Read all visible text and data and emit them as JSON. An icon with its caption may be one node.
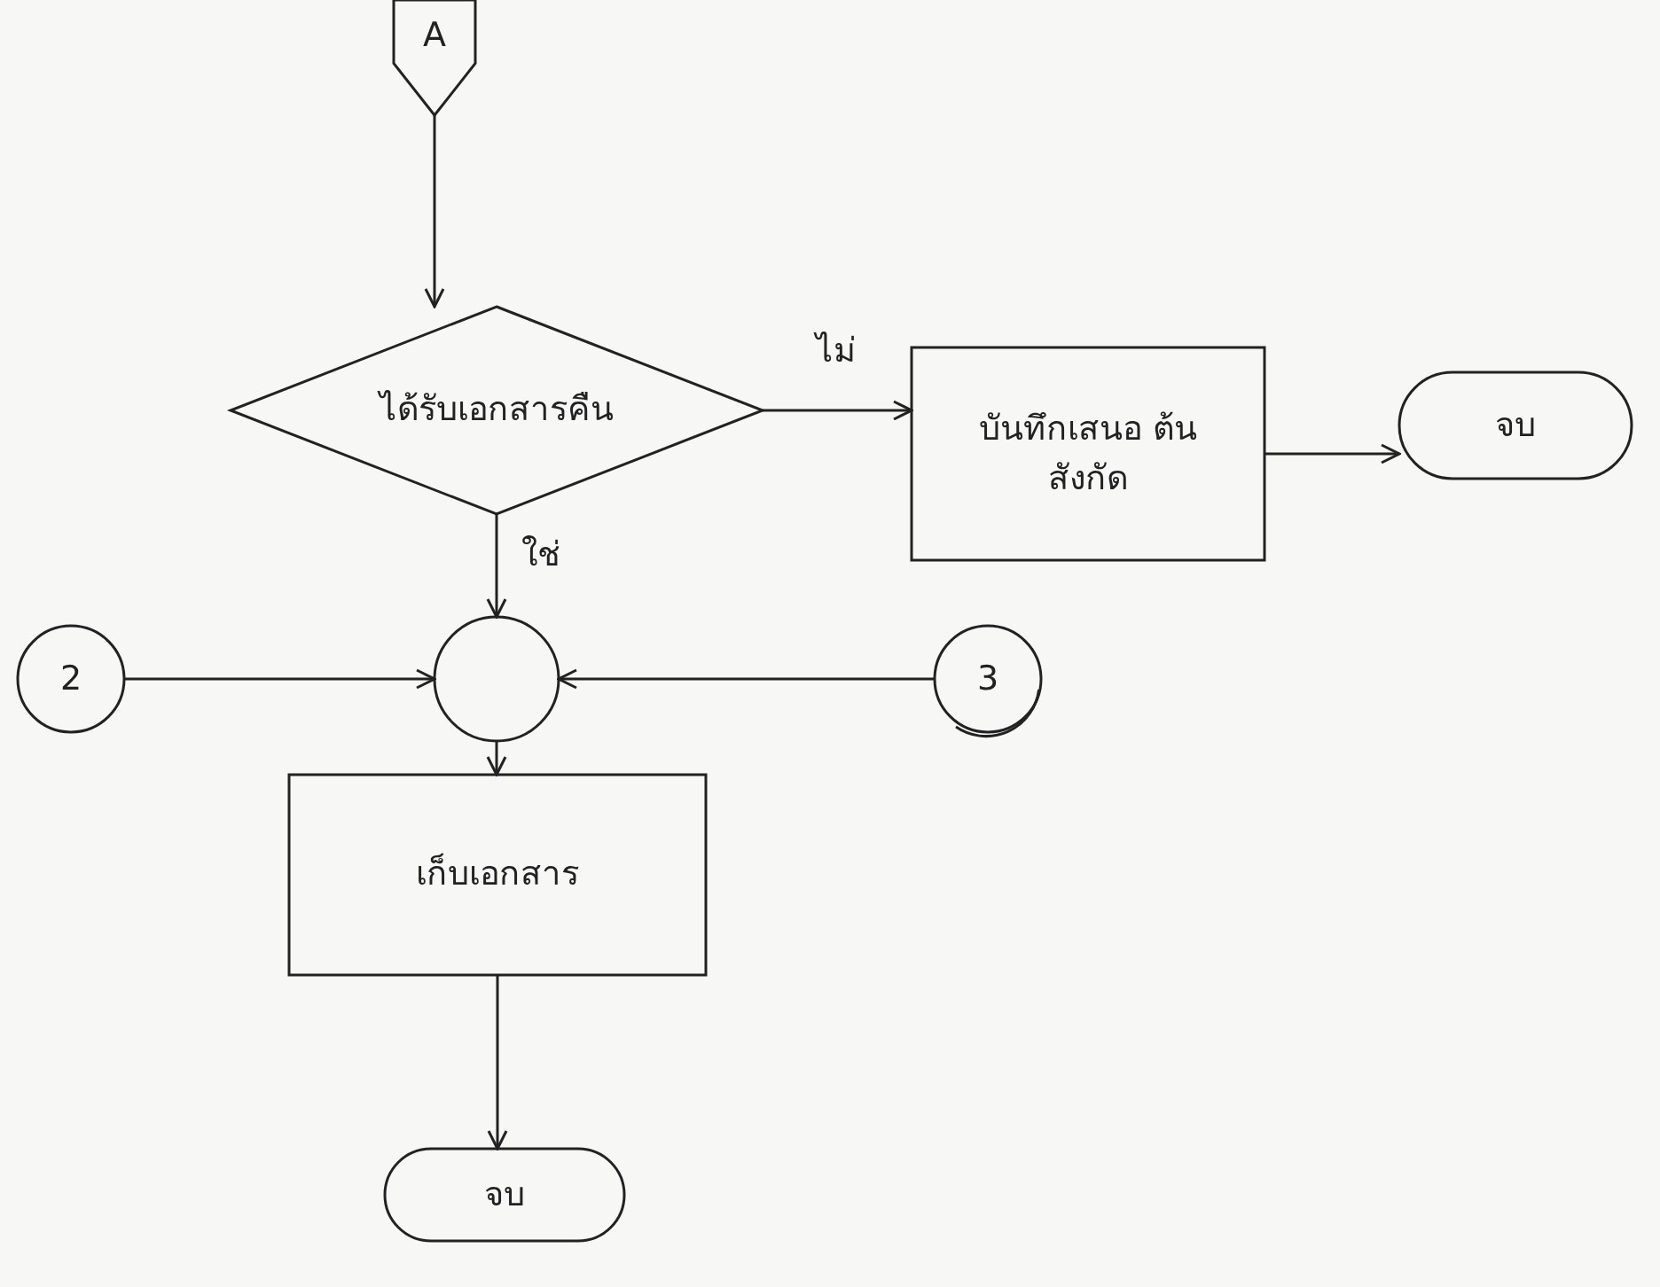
{
  "diagram": {
    "nodes": [
      {
        "text": [
          "A"
        ]
      },
      {
        "text": [
          "ได้รับเอกสารคืน"
        ]
      },
      {
        "text": [
          "บันทึกเสนอ ต้นสังกัด"
        ]
      },
      {
        "text": [
          "จบ"
        ]
      },
      {
        "text": [],
        "shape": "circle"
      },
      {
        "text": [
          "2"
        ]
      },
      {
        "text": [
          "3"
        ]
      },
      {
        "text": [
          "เก็บเอกสาร"
        ]
      },
      {
        "text": [
          "จบ"
        ]
      }
    ],
    "edges": [
      {
        "from": 0,
        "to": 1,
        "arrow": "to"
      },
      {
        "from": 1,
        "to": 2,
        "arrow": "to",
        "label": "ไม่"
      },
      {
        "from": 2,
        "to": 3,
        "arrow": "to"
      },
      {
        "from": 1,
        "to": 4,
        "arrow": "to",
        "label": "ใช่"
      },
      {
        "from": 5,
        "to": 4,
        "arrow": "to"
      },
      {
        "from": 6,
        "to": 4,
        "arrow": "to"
      },
      {
        "from": 4,
        "to": 7,
        "arrow": "to"
      },
      {
        "from": 7,
        "to": 8,
        "arrow": "to"
      }
    ]
  }
}
